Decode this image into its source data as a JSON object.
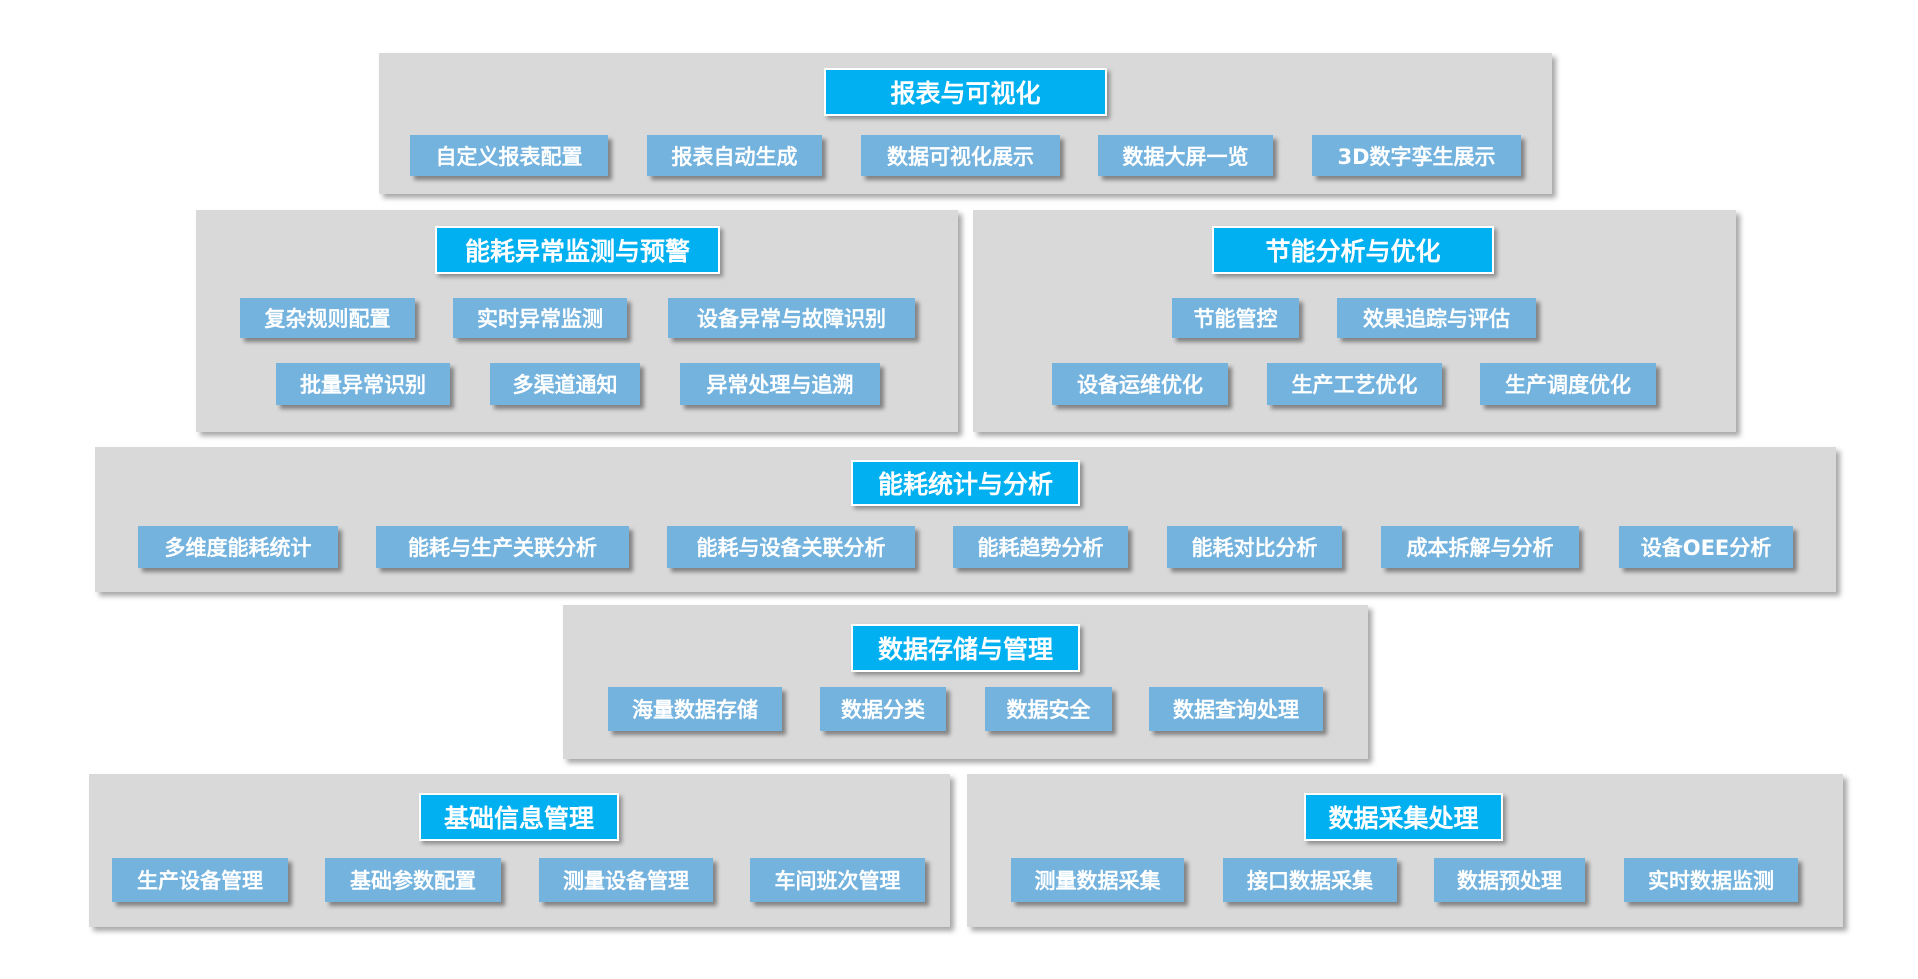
{
  "modules": [
    {
      "title": "报表与可视化",
      "items": [
        "自定义报表配置",
        "报表自动生成",
        "数据可视化展示",
        "数据大屏一览",
        "3D数字孪生展示"
      ]
    },
    {
      "title": "能耗异常监测与预警",
      "items": [
        "复杂规则配置",
        "实时异常监测",
        "设备异常与故障识别",
        "批量异常识别",
        "多渠道通知",
        "异常处理与追溯"
      ]
    },
    {
      "title": "节能分析与优化",
      "items": [
        "节能管控",
        "效果追踪与评估",
        "设备运维优化",
        "生产工艺优化",
        "生产调度优化"
      ]
    },
    {
      "title": "能耗统计与分析",
      "items": [
        "多维度能耗统计",
        "能耗与生产关联分析",
        "能耗与设备关联分析",
        "能耗趋势分析",
        "能耗对比分析",
        "成本拆解与分析",
        "设备OEE分析"
      ]
    },
    {
      "title": "数据存储与管理",
      "items": [
        "海量数据存储",
        "数据分类",
        "数据安全",
        "数据查询处理"
      ]
    },
    {
      "title": "基础信息管理",
      "items": [
        "生产设备管理",
        "基础参数配置",
        "测量设备管理",
        "车间班次管理"
      ]
    },
    {
      "title": "数据采集处理",
      "items": [
        "测量数据采集",
        "接口数据采集",
        "数据预处理",
        "实时数据监测"
      ]
    }
  ],
  "colors": {
    "panel": "#d9d9d9",
    "title": "#00b0f0",
    "item": "#74b3de"
  }
}
